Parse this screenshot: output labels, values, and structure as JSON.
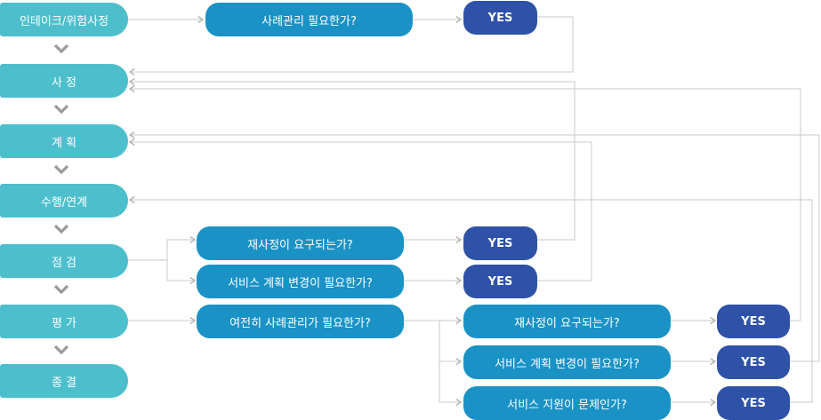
{
  "steps": {
    "intake": "인테이크/위험사정",
    "assessment": "사 정",
    "planning": "계 획",
    "execution": "수행/연계",
    "monitoring": "점 검",
    "evaluation": "평 가",
    "closure": "종 결"
  },
  "questions": {
    "case_mgmt_needed": "사례관리 필요한가?",
    "reassess_needed": "재사정이 요구되는가?",
    "plan_change_needed": "서비스 계획 변경이 필요한가?",
    "still_case_mgmt_needed": "여전히 사례관리가 필요한가?",
    "eval_reassess_needed": "재사정이 요구되는가?",
    "eval_plan_change_needed": "서비스 계획 변경이 필요한가?",
    "service_support_issue": "서비스 지원이 문제인가?"
  },
  "yes_label": "YES",
  "colors": {
    "step": "#4dbfcc",
    "question": "#1a92c6",
    "yes": "#2e52a7",
    "connector": "#c8c8c8"
  }
}
